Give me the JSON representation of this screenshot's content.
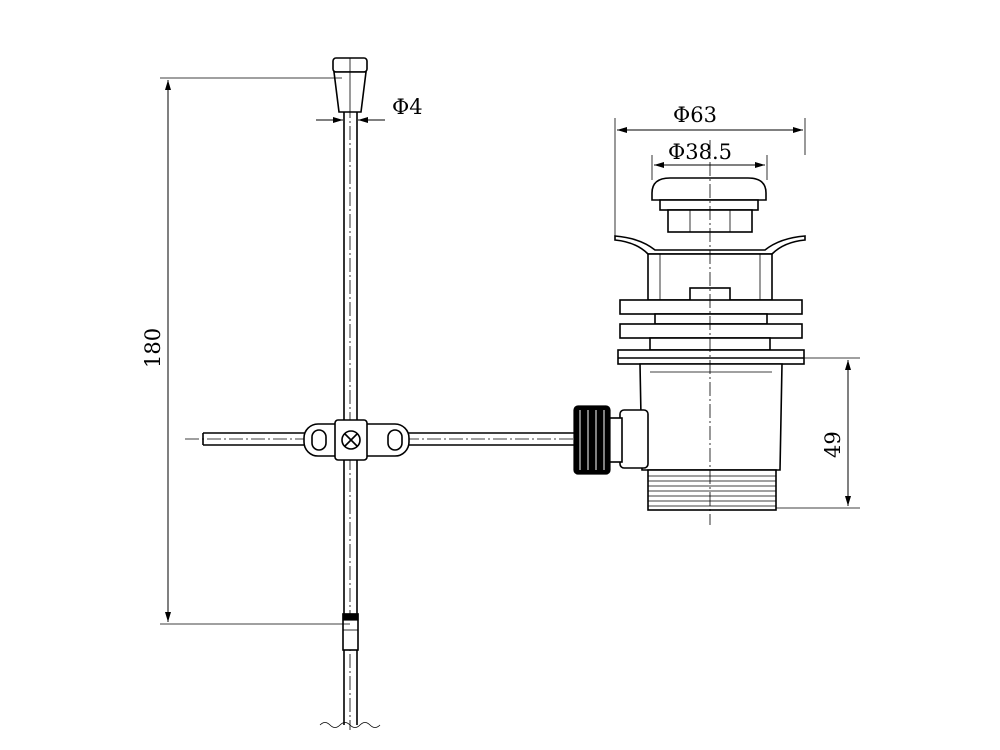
{
  "dimensions": {
    "rod_diameter": "Φ4",
    "flange_diameter": "Φ63",
    "plug_diameter": "Φ38.5",
    "rod_length": "180",
    "body_height": "49"
  }
}
